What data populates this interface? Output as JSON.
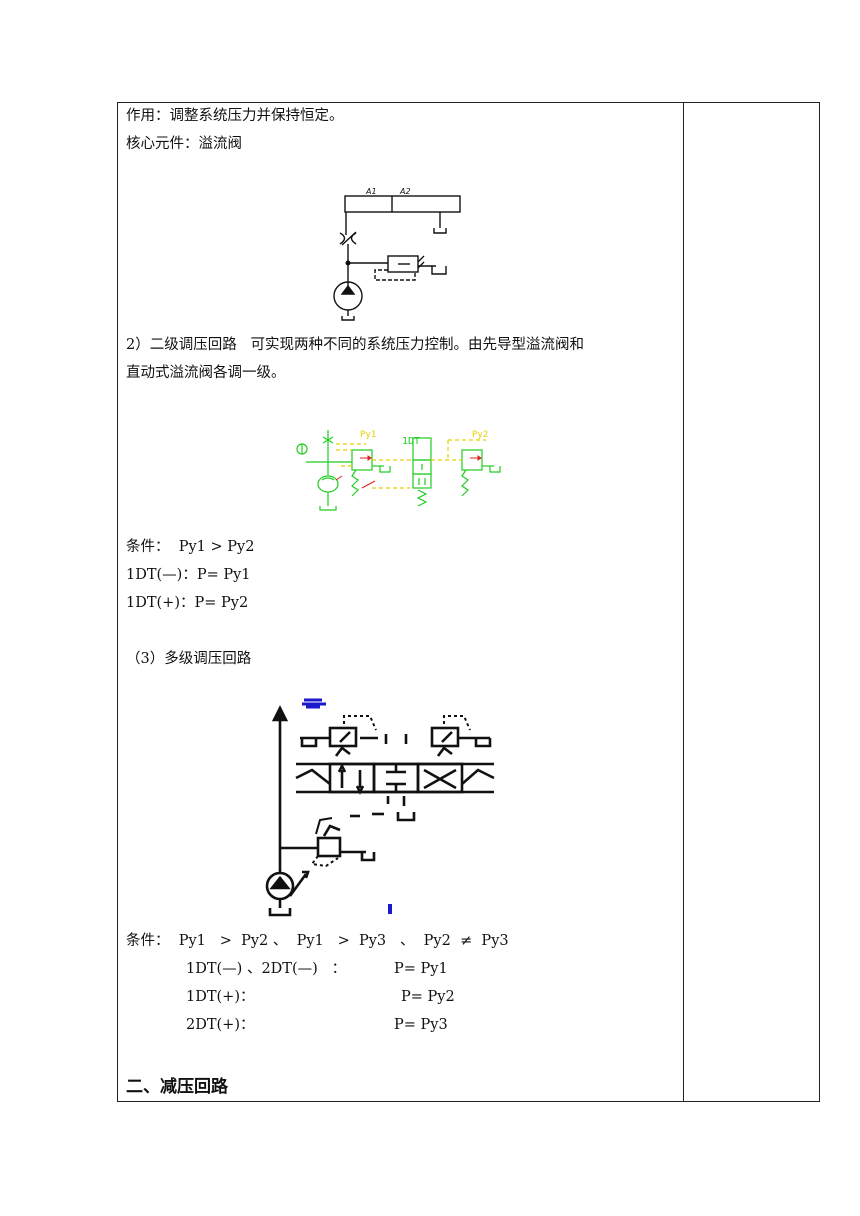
{
  "lines": {
    "function": "作用：调整系统压力并保持恒定。",
    "core": "核心元件：溢流阀",
    "two_stage_1": "2）二级调压回路   可实现两种不同的系统压力控制。由先导型溢流阀和",
    "two_stage_2": "直动式溢流阀各调一级。",
    "cond1": "条件：  Py1 > Py2",
    "cond1_a": "1DT(—)：P= Py1",
    "cond1_b": "1DT(+)：P= Py2",
    "multi": "（3）多级调压回路",
    "cond2": "条件：  Py1   >  Py2 、  Py1   >  Py3   、  Py2  ≠  Py3",
    "cond2_a": "1DT(—) 、2DT(—)   ：",
    "cond2_a_val": "P= Py1",
    "cond2_b": "1DT(+)：",
    "cond2_b_val": "P= Py2",
    "cond2_c": "2DT(+)：",
    "cond2_c_val": "P= Py3"
  },
  "section_heading": "二、减压回路",
  "diagram1": {
    "labels": [
      "A1",
      "A2"
    ]
  },
  "diagram2": {
    "labels": [
      "Py1",
      "1DT",
      "Py2"
    ]
  },
  "colors": {
    "line": "#111111",
    "green": "#22cc22",
    "yellow": "#e6d000",
    "red": "#e02020",
    "blue": "#1a1acc"
  }
}
